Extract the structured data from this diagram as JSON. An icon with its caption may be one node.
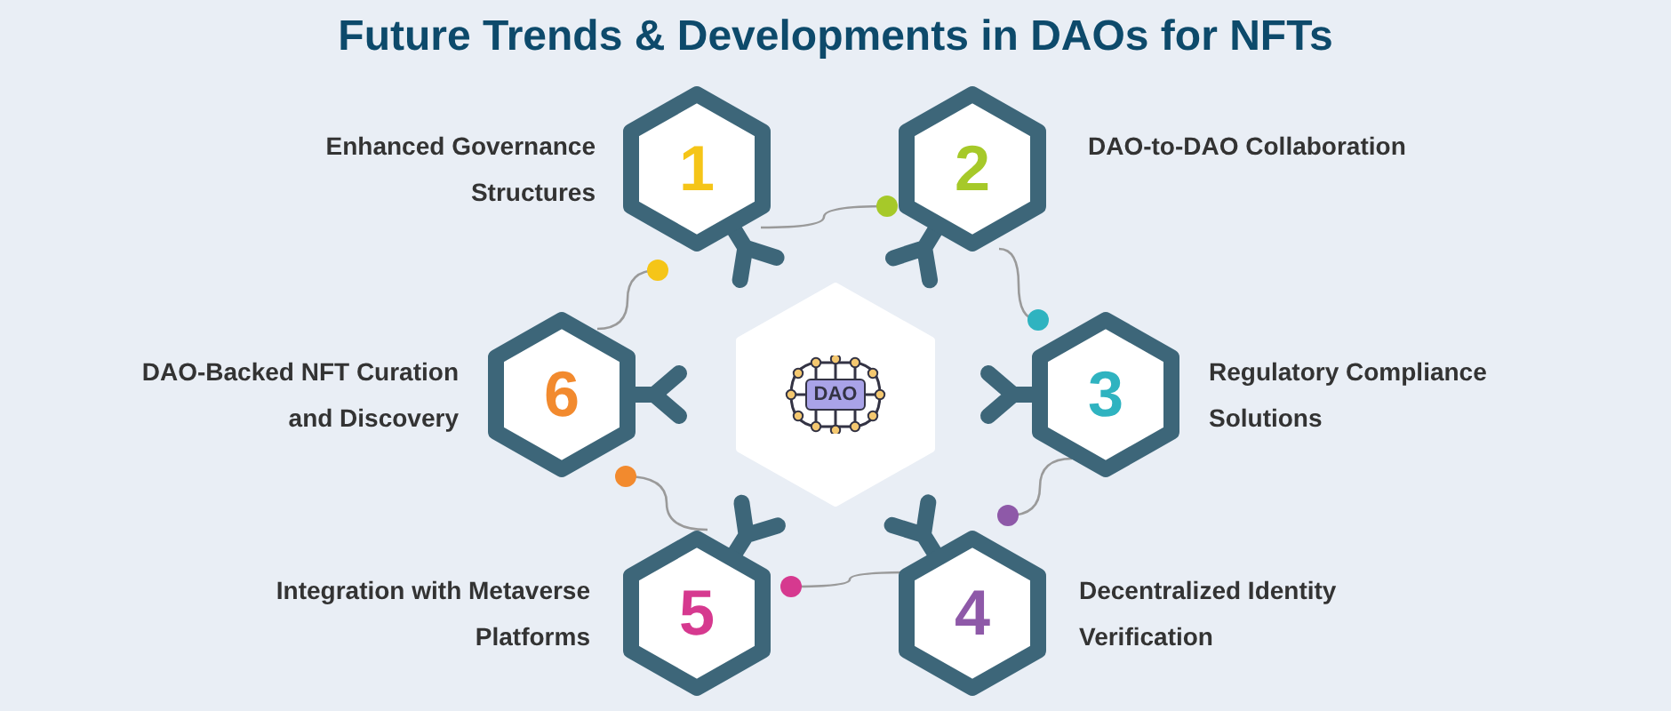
{
  "diagram": {
    "title": "Future Trends & Developments in DAOs for NFTs",
    "nodes": [
      {
        "text": [
          "DAO"
        ]
      },
      {
        "text": [
          "1"
        ],
        "beside": [
          "Enhanced Governance Structures"
        ]
      },
      {
        "text": [
          "2"
        ],
        "beside": [
          "DAO-to-DAO Collaboration"
        ]
      },
      {
        "text": [
          "3"
        ],
        "beside": [
          "Regulatory Compliance Solutions"
        ]
      },
      {
        "text": [
          "4"
        ],
        "beside": [
          "Decentralized Identity Verification"
        ]
      },
      {
        "text": [
          "5"
        ],
        "beside": [
          "Integration with Metaverse Platforms"
        ]
      },
      {
        "text": [
          "6"
        ],
        "beside": [
          "DAO-Backed NFT Curation and Discovery"
        ]
      }
    ],
    "edges": [
      {
        "from": 1,
        "to": 2,
        "arrow": "other"
      },
      {
        "from": 2,
        "to": 3,
        "arrow": "other"
      },
      {
        "from": 3,
        "to": 4,
        "arrow": "other"
      },
      {
        "from": 4,
        "to": 5,
        "arrow": "other"
      },
      {
        "from": 5,
        "to": 6,
        "arrow": "other"
      },
      {
        "from": 6,
        "to": 1,
        "arrow": "other"
      }
    ]
  }
}
